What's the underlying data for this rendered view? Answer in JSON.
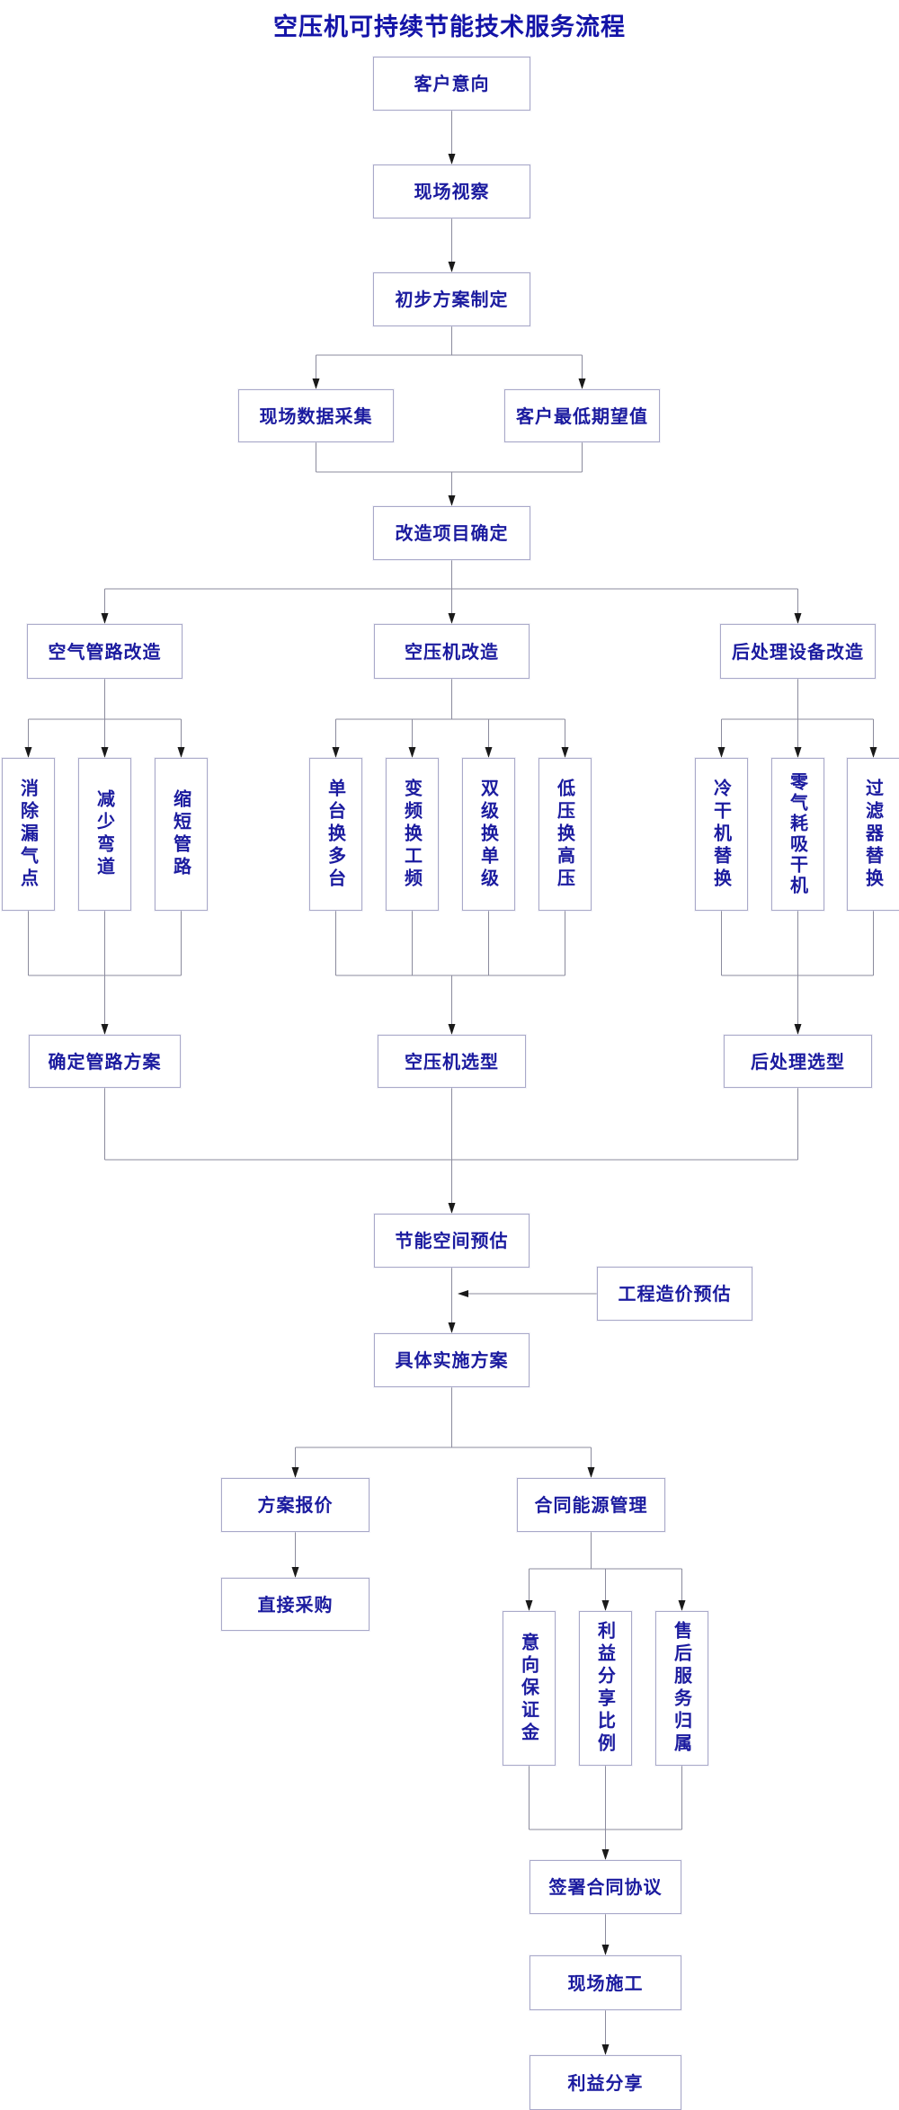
{
  "title": "空压机可持续节能技术服务流程",
  "colors": {
    "title_text": "#1414a8",
    "node_text": "#1b1b9f",
    "node_border": "#a9a9c9",
    "connector_line": "#8b8b9d",
    "arrowhead": "#1a1a1a",
    "background": "#ffffff"
  },
  "nodes": {
    "customer_intent": "客户意向",
    "site_inspection": "现场视察",
    "preliminary_plan": "初步方案制定",
    "site_data_collection": "现场数据采集",
    "customer_min_expectation": "客户最低期望值",
    "project_confirmation": "改造项目确定",
    "pipeline_renovation": "空气管路改造",
    "compressor_renovation": "空压机改造",
    "post_treatment_renovation": "后处理设备改造",
    "eliminate_leaks": "消除漏气点",
    "reduce_bends": "减少弯道",
    "shorten_pipeline": "缩短管路",
    "single_to_multiple": "单台换多台",
    "vfd_for_fixed": "变频换工频",
    "two_stage_for_single": "双级换单级",
    "low_for_high_pressure": "低压换高压",
    "dryer_replacement": "冷干机替换",
    "zero_purge_dryer": "零气耗吸干机",
    "filter_replacement": "过滤器替换",
    "pipeline_plan": "确定管路方案",
    "compressor_selection": "空压机选型",
    "post_treatment_selection": "后处理选型",
    "energy_saving_estimate": "节能空间预估",
    "cost_estimate": "工程造价预估",
    "implementation_plan": "具体实施方案",
    "plan_quotation": "方案报价",
    "contract_energy_management": "合同能源管理",
    "direct_purchase": "直接采购",
    "intent_deposit": "意向保证金",
    "benefit_share_ratio": "利益分享比例",
    "after_sales_ownership": "售后服务归属",
    "sign_contract": "签署合同协议",
    "site_construction": "现场施工",
    "benefit_sharing": "利益分享"
  }
}
